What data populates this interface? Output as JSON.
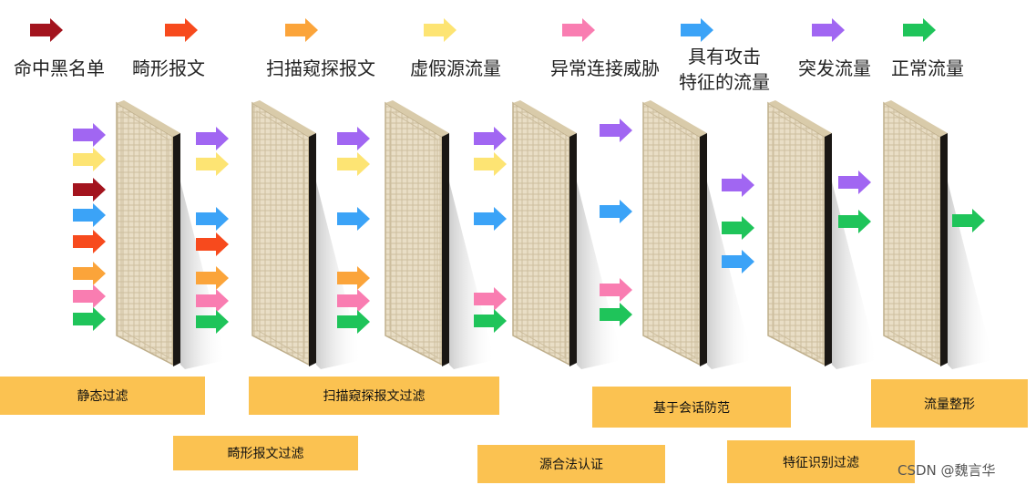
{
  "legend": [
    {
      "key": "blacklist",
      "label": "命中黑名单",
      "color": "#A3141E"
    },
    {
      "key": "malformed",
      "label": "畸形报文",
      "color": "#F74A1D"
    },
    {
      "key": "scan",
      "label": "扫描窥探报文",
      "color": "#FBA43A"
    },
    {
      "key": "fake",
      "label": "虚假源流量",
      "color": "#FDE473"
    },
    {
      "key": "abnormal",
      "label": "异常连接威胁",
      "color": "#F97DB1"
    },
    {
      "key": "attack",
      "label": "具有攻击\n特征的流量",
      "label_line1": "具有攻击",
      "label_line2": "特征的流量",
      "color": "#3BA3F7"
    },
    {
      "key": "burst",
      "label": "突发流量",
      "color": "#A166F2"
    },
    {
      "key": "normal",
      "label": "正常流量",
      "color": "#1FC45A"
    }
  ],
  "arrow_columns": [
    [
      "burst",
      "fake",
      "blacklist",
      "attack",
      "malformed",
      "scan",
      "abnormal",
      "normal"
    ],
    [
      "burst",
      "fake",
      "attack",
      "malformed",
      "scan",
      "abnormal",
      "normal"
    ],
    [
      "burst",
      "fake",
      "attack",
      "scan",
      "abnormal",
      "normal"
    ],
    [
      "burst",
      "fake",
      "attack",
      "abnormal",
      "normal"
    ],
    [
      "burst",
      "attack",
      "abnormal",
      "normal"
    ],
    [
      "burst",
      "normal",
      "attack"
    ],
    [
      "burst",
      "normal"
    ],
    [
      "normal"
    ]
  ],
  "stages": [
    "静态过滤",
    "畸形报文过滤",
    "扫描窥探报文过滤",
    "源合法认证",
    "基于会话防范",
    "特征识别过滤",
    "流量整形"
  ],
  "watermark": "CSDN @魏言华"
}
